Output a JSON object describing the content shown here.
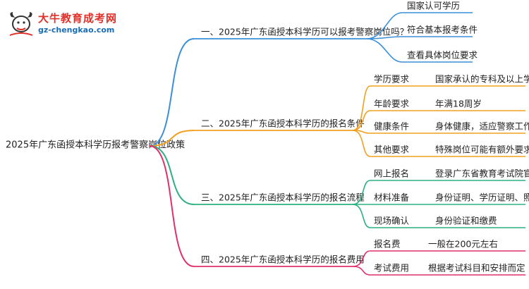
{
  "logo": {
    "title": "大牛教育成考网",
    "url": "gz-chengkao.com"
  },
  "root": "2025年广东函授本科学历报考警察岗位政策",
  "branches": [
    {
      "label": "一、2025年广东函授本科学历可以报考警察岗位吗？",
      "color": "#3a8fd8",
      "leaves": [
        {
          "a": "国家认可学历"
        },
        {
          "a": "符合基本报考条件"
        },
        {
          "a": "查看具体岗位要求"
        }
      ]
    },
    {
      "label": "二、2025年广东函授本科学历的报名条件",
      "color": "#f0a020",
      "leaves": [
        {
          "a": "学历要求",
          "b": "国家承认的专科及以上学历"
        },
        {
          "a": "年龄要求",
          "b": "年满18周岁"
        },
        {
          "a": "健康条件",
          "b": "身体健康，适应警察工作"
        },
        {
          "a": "其他要求",
          "b": "特殊岗位可能有额外要求"
        }
      ]
    },
    {
      "label": "三、2025年广东函授本科学历的报名流程",
      "color": "#2bb07f",
      "leaves": [
        {
          "a": "网上报名",
          "b": "登录广东省教育考试院官网"
        },
        {
          "a": "材料准备",
          "b": "身份证明、学历证明、照片"
        },
        {
          "a": "现场确认",
          "b": "身份验证和缴费"
        }
      ]
    },
    {
      "label": "四、2025年广东函授本科学历的报名费用",
      "color": "#e0306a",
      "leaves": [
        {
          "a": "报名费",
          "b": "一般在200元左右"
        },
        {
          "a": "考试费用",
          "b": "根据考试科目和安排而定"
        }
      ]
    }
  ]
}
